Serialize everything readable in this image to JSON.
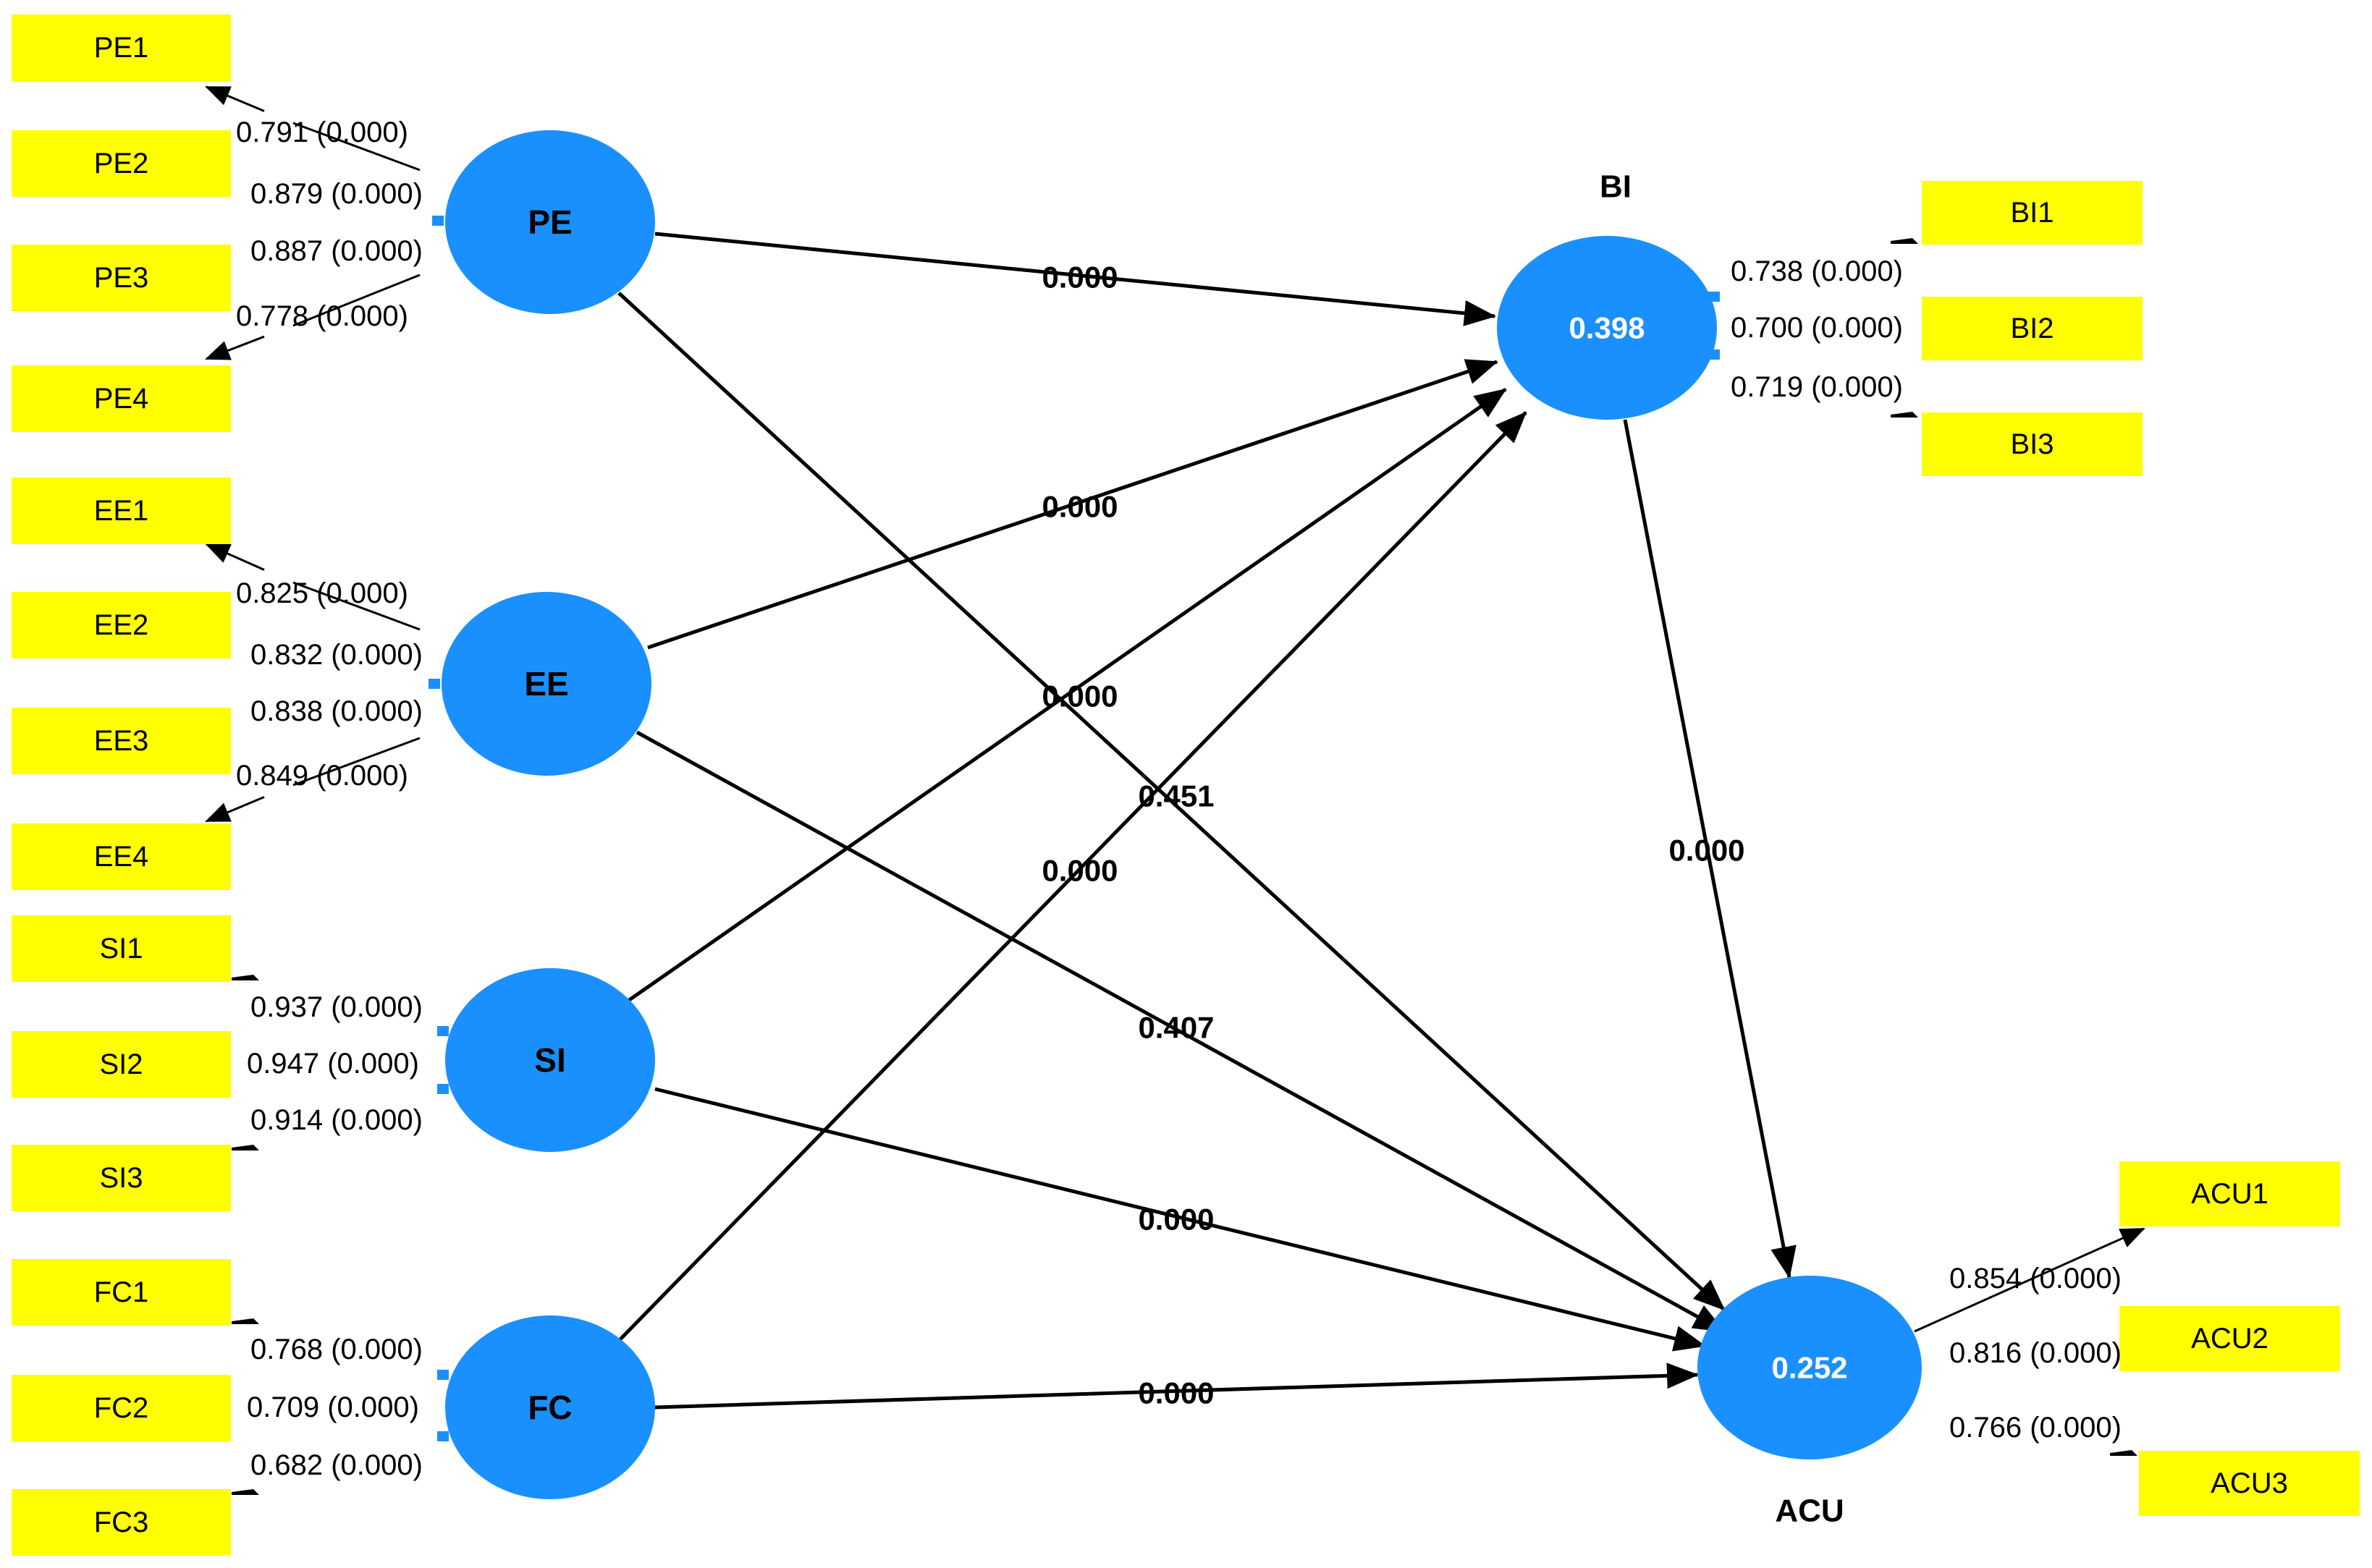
{
  "colors": {
    "indicator_fill": "#ffff00",
    "latent_fill": "#1a90ff",
    "line": "#000000",
    "r2_text": "#ffffff"
  },
  "latent": {
    "PE": {
      "name": "PE",
      "r2": ""
    },
    "EE": {
      "name": "EE",
      "r2": ""
    },
    "SI": {
      "name": "SI",
      "r2": ""
    },
    "FC": {
      "name": "FC",
      "r2": ""
    },
    "BI": {
      "name": "BI",
      "r2": "0.398"
    },
    "ACU": {
      "name": "ACU",
      "r2": "0.252"
    }
  },
  "indicators": [
    {
      "name": "PE1",
      "construct": "PE",
      "loading": "0.791 (0.000)"
    },
    {
      "name": "PE2",
      "construct": "PE",
      "loading": "0.879 (0.000)"
    },
    {
      "name": "PE3",
      "construct": "PE",
      "loading": "0.887 (0.000)"
    },
    {
      "name": "PE4",
      "construct": "PE",
      "loading": "0.778 (0.000)"
    },
    {
      "name": "EE1",
      "construct": "EE",
      "loading": "0.825 (0.000)"
    },
    {
      "name": "EE2",
      "construct": "EE",
      "loading": "0.832 (0.000)"
    },
    {
      "name": "EE3",
      "construct": "EE",
      "loading": "0.838 (0.000)"
    },
    {
      "name": "EE4",
      "construct": "EE",
      "loading": "0.849 (0.000)"
    },
    {
      "name": "SI1",
      "construct": "SI",
      "loading": "0.937 (0.000)"
    },
    {
      "name": "SI2",
      "construct": "SI",
      "loading": "0.947 (0.000)"
    },
    {
      "name": "SI3",
      "construct": "SI",
      "loading": "0.914 (0.000)"
    },
    {
      "name": "FC1",
      "construct": "FC",
      "loading": "0.768 (0.000)"
    },
    {
      "name": "FC2",
      "construct": "FC",
      "loading": "0.709 (0.000)"
    },
    {
      "name": "FC3",
      "construct": "FC",
      "loading": "0.682 (0.000)"
    },
    {
      "name": "BI1",
      "construct": "BI",
      "loading": "0.738 (0.000)"
    },
    {
      "name": "BI2",
      "construct": "BI",
      "loading": "0.700 (0.000)"
    },
    {
      "name": "BI3",
      "construct": "BI",
      "loading": "0.719 (0.000)"
    },
    {
      "name": "ACU1",
      "construct": "ACU",
      "loading": "0.854 (0.000)"
    },
    {
      "name": "ACU2",
      "construct": "ACU",
      "loading": "0.816 (0.000)"
    },
    {
      "name": "ACU3",
      "construct": "ACU",
      "loading": "0.766 (0.000)"
    }
  ],
  "paths": [
    {
      "from": "PE",
      "to": "BI",
      "value": "0.000"
    },
    {
      "from": "EE",
      "to": "BI",
      "value": "0.000"
    },
    {
      "from": "SI",
      "to": "BI",
      "value": "0.000"
    },
    {
      "from": "FC",
      "to": "BI",
      "value": "0.000"
    },
    {
      "from": "PE",
      "to": "ACU",
      "value": "0.451"
    },
    {
      "from": "EE",
      "to": "ACU",
      "value": "0.407"
    },
    {
      "from": "SI",
      "to": "ACU",
      "value": "0.000"
    },
    {
      "from": "FC",
      "to": "ACU",
      "value": "0.000"
    },
    {
      "from": "BI",
      "to": "ACU",
      "value": "0.000"
    }
  ]
}
